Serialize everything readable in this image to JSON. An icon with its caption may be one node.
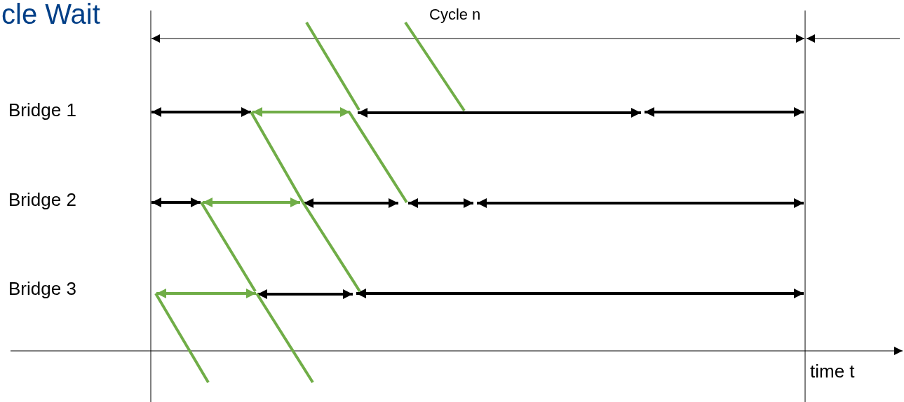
{
  "diagram": {
    "title": "cle Wait",
    "labels": [
      "Cycle n",
      "Bridge 1",
      "Bridge 2",
      "Bridge 3",
      "time t"
    ]
  }
}
